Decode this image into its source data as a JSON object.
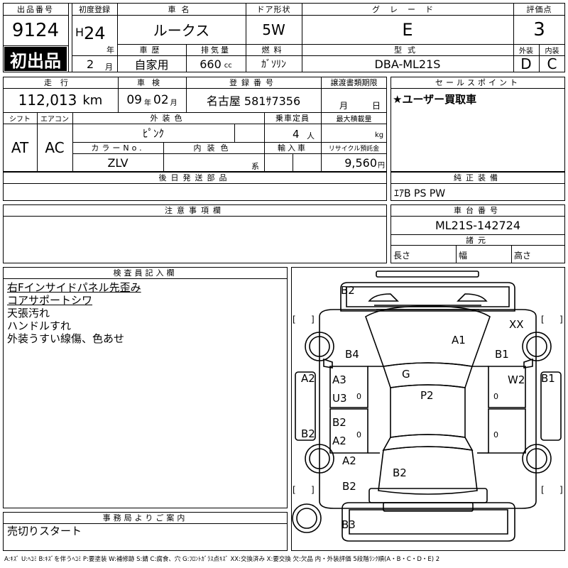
{
  "header": {
    "lot_label": "出品番号",
    "lot_number": "9124",
    "first_listing": "初出品",
    "first_reg_label": "初度登録",
    "era_initial": "H",
    "reg_year": "24",
    "year_unit": "年",
    "reg_month": "2",
    "month_unit": "月",
    "car_name_label": "車名",
    "car_name": "ルークス",
    "door_label": "ドア形状",
    "door_value": "5W",
    "grade_label": "グレード",
    "grade_value": "E",
    "score_label": "評価点",
    "score_value": "3",
    "history_label": "車歴",
    "history_value": "自家用",
    "displacement_label": "排気量",
    "displacement_value": "660",
    "displacement_unit": "cc",
    "fuel_label": "燃料",
    "fuel_value": "ｶﾞｿﾘﾝ",
    "model_label": "型式",
    "model_value": "DBA-ML21S",
    "exterior_label": "外装",
    "exterior_value": "D",
    "interior_label": "内装",
    "interior_value": "C"
  },
  "row2": {
    "mileage_label": "走行",
    "mileage_value": "112,013",
    "mileage_unit": "km",
    "inspection_label": "車検",
    "inspection_year": "09",
    "inspection_year_unit": "年",
    "inspection_month": "02",
    "inspection_month_unit": "月",
    "plate_label": "登録番号",
    "plate_value": "名古屋 581ｻ7356",
    "transfer_label": "譲渡書類期限",
    "transfer_month_unit": "月",
    "transfer_day_unit": "日",
    "sales_label": "セールスポイント",
    "sales_value": "★ユーザー買取車"
  },
  "row3": {
    "shift_label": "シフト",
    "shift_value": "AT",
    "ac_label": "エアコン",
    "ac_value": "AC",
    "ext_color_label": "外装色",
    "ext_color_value": "ﾋﾟﾝｸ",
    "capacity_label": "乗車定員",
    "capacity_value": "4",
    "capacity_unit": "人",
    "load_label": "最大積載量",
    "load_unit": "kg",
    "color_no_label": "カラーNo.",
    "color_no_value": "ZLV",
    "int_color_label": "内装色",
    "int_color_unit": "系",
    "import_label": "輸入車",
    "recycle_label": "リサイクル預託金",
    "recycle_value": "9,560",
    "recycle_unit": "円"
  },
  "later_parts_label": "後日発送部品",
  "equipment_label": "純正装備",
  "equipment_value": "ｴｱB PS PW",
  "notes_label": "注意事項欄",
  "chassis_label": "車台番号",
  "chassis_value": "ML21S-142724",
  "dims_label": "諸元",
  "dims": {
    "length": "長さ",
    "width": "幅",
    "height": "高さ"
  },
  "inspector_label": "検査員記入欄",
  "inspector_notes": [
    "右Fインサイドパネル先歪み",
    "コアサポートシワ",
    "天張汚れ",
    "ハンドルすれ",
    "外装うすい線傷、色あせ"
  ],
  "office_label": "事務局よりご案内",
  "office_note": "売切りスタート",
  "legend": "A:ｷｽﾞ U:ﾍｺﾐ B:ｷｽﾞを伴うﾍｺﾐ P:要塗装 W:補修跡 S:錆 C:腐食、穴 G:ﾌﾛﾝﾄｶﾞﾗｽ点ｷｽﾞ XX:交換済み X:要交換 欠:欠品 内・外装評価 5段階ﾗﾝｸ順(A・B・C・D・E) 2",
  "diagram_marks": {
    "top_b2": "B2",
    "xx": "XX",
    "a1": "A1",
    "b4": "B4",
    "b1_right": "B1",
    "g": "G",
    "a2_left": "A2",
    "a3": "A3",
    "w2": "W2",
    "b1_far": "B1",
    "u3": "U3",
    "p2": "P2",
    "b2_door": "B2",
    "b2_left": "B2",
    "a2_door": "A2",
    "a2_rear": "A2",
    "b2_roof": "B2",
    "b2_rear": "B2",
    "b3": "B3",
    "bracket_open": "[",
    "bracket_close": "]"
  }
}
